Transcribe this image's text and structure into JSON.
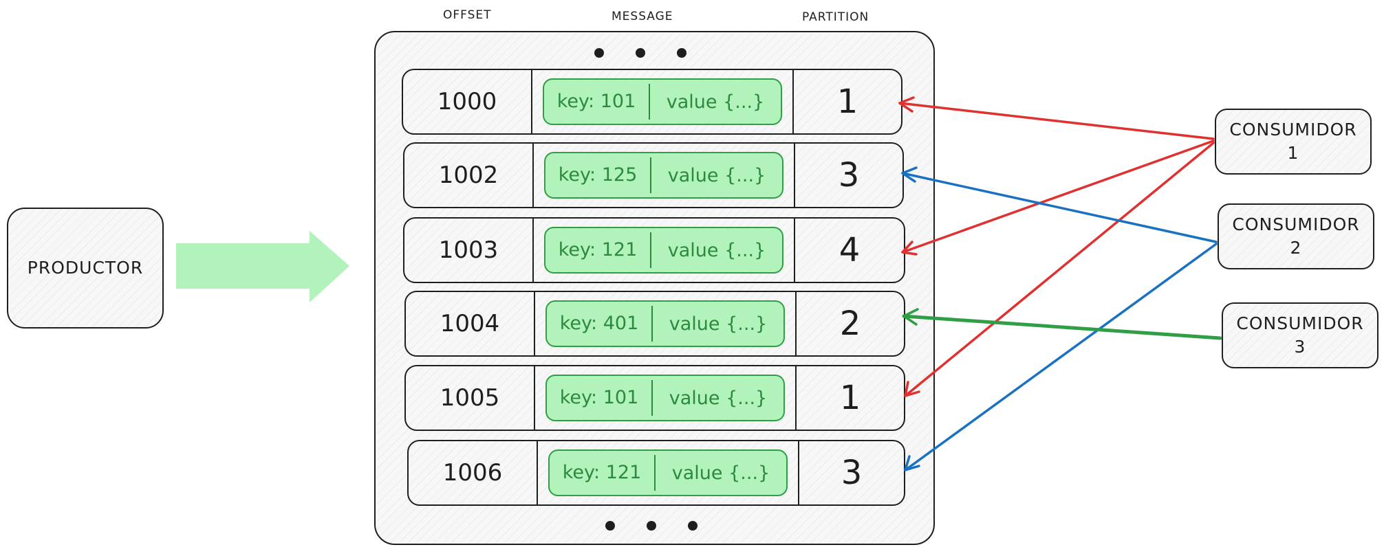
{
  "producer": {
    "label": "PRODUCTOR"
  },
  "headers": {
    "offset": "OFFSET",
    "message": "MESSAGE",
    "partition": "PARTITION"
  },
  "rows": [
    {
      "offset": "1000",
      "key": "key: 101",
      "value": "value {...}",
      "partition": "1"
    },
    {
      "offset": "1002",
      "key": "key: 125",
      "value": "value {...}",
      "partition": "3"
    },
    {
      "offset": "1003",
      "key": "key: 121",
      "value": "value {...}",
      "partition": "4"
    },
    {
      "offset": "1004",
      "key": "key: 401",
      "value": "value {...}",
      "partition": "2"
    },
    {
      "offset": "1005",
      "key": "key: 101",
      "value": "value {...}",
      "partition": "1"
    },
    {
      "offset": "1006",
      "key": "key: 121",
      "value": "value {...}",
      "partition": "3"
    }
  ],
  "consumers": [
    {
      "name": "CONSUMIDOR",
      "number": "1",
      "color": "#e03131"
    },
    {
      "name": "CONSUMIDOR",
      "number": "2",
      "color": "#1971c2"
    },
    {
      "name": "CONSUMIDOR",
      "number": "3",
      "color": "#2f9e44"
    }
  ],
  "colors": {
    "message_fill": "#b2f2bb",
    "message_stroke": "#2f9e44",
    "flow_arrow": "#b2f2bb"
  }
}
